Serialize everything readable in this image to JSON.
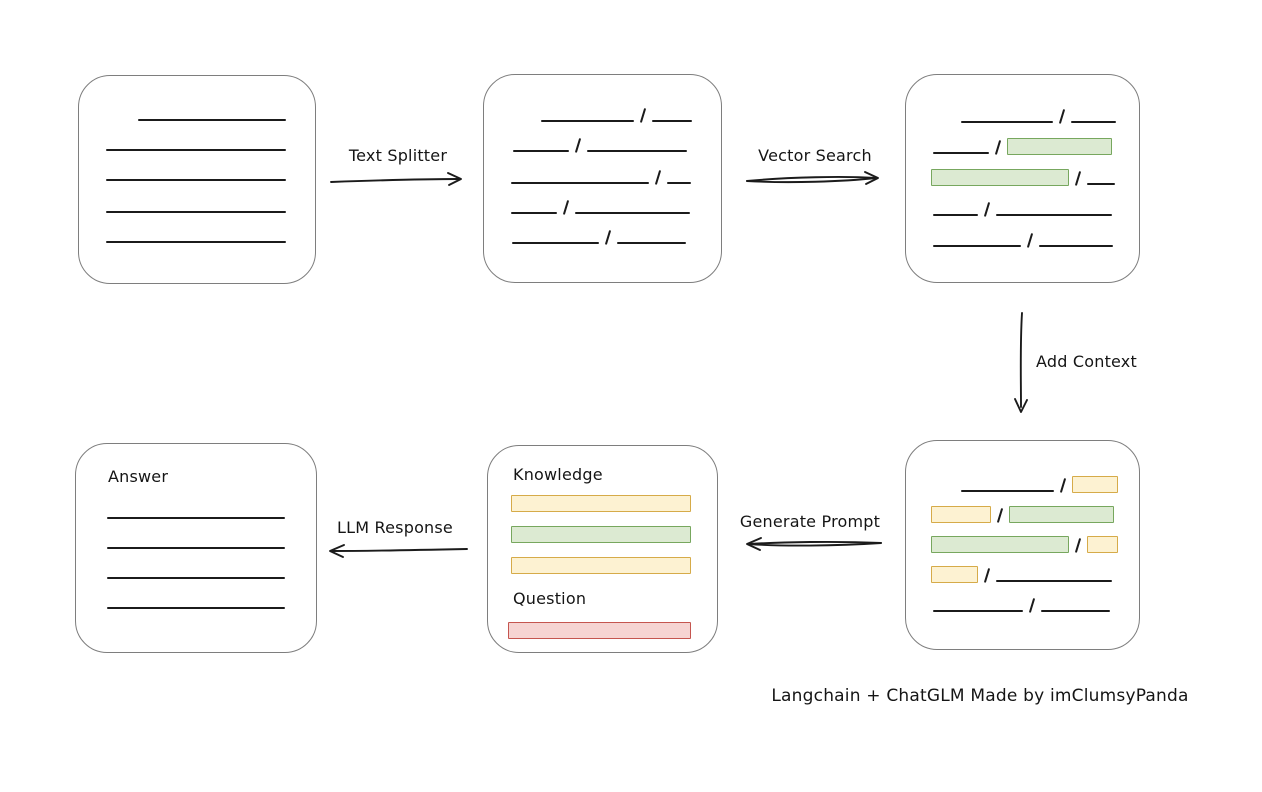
{
  "footer": {
    "credit": "Langchain + ChatGLM Made by imClumsyPanda"
  },
  "colors": {
    "line": "#1b1b1b",
    "box_border": "#7e7e7e",
    "green_fill": "#dcead2",
    "green_stroke": "#77a75e",
    "yellow_fill": "#fdf2d2",
    "yellow_stroke": "#d6ab49",
    "red_fill": "#f6d4d2",
    "red_stroke": "#c5554f"
  },
  "arrows": {
    "text_splitter": {
      "label": "Text Splitter",
      "direction": "right"
    },
    "vector_search": {
      "label": "Vector Search",
      "direction": "right"
    },
    "add_context": {
      "label": "Add Context",
      "direction": "down"
    },
    "generate_prompt": {
      "label": "Generate Prompt",
      "direction": "left"
    },
    "llm_response": {
      "label": "LLM Response",
      "direction": "left"
    }
  },
  "boxes": {
    "source_document": {
      "rows": [
        {
          "segs": [
            {
              "k": "line",
              "w": 148,
              "i": 59
            }
          ]
        },
        {
          "segs": [
            {
              "k": "line",
              "w": 180,
              "i": 27
            }
          ]
        },
        {
          "segs": [
            {
              "k": "line",
              "w": 180,
              "i": 27
            }
          ]
        },
        {
          "mt": 2,
          "segs": [
            {
              "k": "line",
              "w": 180,
              "i": 27
            }
          ]
        },
        {
          "segs": [
            {
              "k": "line",
              "w": 180,
              "i": 27
            }
          ]
        }
      ]
    },
    "split_chunks": {
      "rows": [
        {
          "segs": [
            {
              "k": "line",
              "w": 93,
              "i": 57
            },
            {
              "k": "slash"
            },
            {
              "k": "line",
              "w": 40
            }
          ]
        },
        {
          "segs": [
            {
              "k": "line",
              "w": 56,
              "i": 29
            },
            {
              "k": "slash"
            },
            {
              "k": "line",
              "w": 100
            }
          ]
        },
        {
          "h": 32,
          "segs": [
            {
              "k": "line",
              "w": 138,
              "i": 27
            },
            {
              "k": "slash"
            },
            {
              "k": "line",
              "w": 24
            }
          ]
        },
        {
          "segs": [
            {
              "k": "line",
              "w": 46,
              "i": 27
            },
            {
              "k": "slash"
            },
            {
              "k": "line",
              "w": 115
            }
          ]
        },
        {
          "segs": [
            {
              "k": "line",
              "w": 87,
              "i": 28
            },
            {
              "k": "slash"
            },
            {
              "k": "line",
              "w": 69
            }
          ]
        }
      ]
    },
    "vector_matches": {
      "rows": [
        {
          "h": 31,
          "segs": [
            {
              "k": "line",
              "w": 92,
              "i": 55
            },
            {
              "k": "slash"
            },
            {
              "k": "line",
              "w": 45
            }
          ]
        },
        {
          "h": 31,
          "segs": [
            {
              "k": "line",
              "w": 56,
              "i": 27
            },
            {
              "k": "slash"
            },
            {
              "k": "green",
              "w": 105
            }
          ]
        },
        {
          "h": 31,
          "segs": [
            {
              "k": "green",
              "w": 138,
              "i": 25
            },
            {
              "k": "slash"
            },
            {
              "k": "line",
              "w": 28
            }
          ]
        },
        {
          "h": 31,
          "segs": [
            {
              "k": "line",
              "w": 45,
              "i": 27
            },
            {
              "k": "slash"
            },
            {
              "k": "line",
              "w": 116
            }
          ]
        },
        {
          "h": 31,
          "segs": [
            {
              "k": "line",
              "w": 88,
              "i": 27
            },
            {
              "k": "slash"
            },
            {
              "k": "line",
              "w": 74
            }
          ]
        }
      ]
    },
    "context_chunks": {
      "rows": [
        {
          "segs": [
            {
              "k": "line",
              "w": 93,
              "i": 55
            },
            {
              "k": "slash"
            },
            {
              "k": "yellow",
              "w": 46
            }
          ]
        },
        {
          "segs": [
            {
              "k": "yellow",
              "w": 60,
              "i": 25
            },
            {
              "k": "slash"
            },
            {
              "k": "green",
              "w": 105
            }
          ]
        },
        {
          "segs": [
            {
              "k": "green",
              "w": 138,
              "i": 25
            },
            {
              "k": "slash"
            },
            {
              "k": "yellow",
              "w": 31
            }
          ]
        },
        {
          "segs": [
            {
              "k": "yellow",
              "w": 47,
              "i": 25
            },
            {
              "k": "slash"
            },
            {
              "k": "line",
              "w": 116
            }
          ]
        },
        {
          "segs": [
            {
              "k": "line",
              "w": 90,
              "i": 27
            },
            {
              "k": "slash"
            },
            {
              "k": "line",
              "w": 69
            }
          ]
        }
      ]
    },
    "prompt": {
      "rows": [
        {
          "mt": 16,
          "h": 24,
          "segs": [
            {
              "k": "text",
              "v": "Knowledge",
              "i": 25,
              "name": "knowledge-label"
            }
          ]
        },
        {
          "mt": 8,
          "h": 18,
          "segs": [
            {
              "k": "yellow",
              "w": 180,
              "i": 23
            }
          ]
        },
        {
          "mt": 13,
          "h": 18,
          "segs": [
            {
              "k": "green",
              "w": 180,
              "i": 23
            }
          ]
        },
        {
          "mt": 13,
          "h": 18,
          "segs": [
            {
              "k": "yellow",
              "w": 180,
              "i": 23
            }
          ]
        },
        {
          "mt": 12,
          "h": 24,
          "segs": [
            {
              "k": "text",
              "v": "Question",
              "i": 25,
              "name": "question-label"
            }
          ]
        },
        {
          "mt": 9,
          "h": 20,
          "segs": [
            {
              "k": "red",
              "w": 183,
              "i": 20
            }
          ]
        }
      ]
    },
    "answer": {
      "rows": [
        {
          "mt": 20,
          "h": 24,
          "segs": [
            {
              "k": "text",
              "v": "Answer",
              "i": 32,
              "name": "answer-label"
            }
          ]
        },
        {
          "h": 32,
          "segs": [
            {
              "k": "line",
              "w": 178,
              "i": 31
            }
          ]
        },
        {
          "segs": [
            {
              "k": "line",
              "w": 178,
              "i": 31
            }
          ]
        },
        {
          "segs": [
            {
              "k": "line",
              "w": 178,
              "i": 31
            }
          ]
        },
        {
          "segs": [
            {
              "k": "line",
              "w": 178,
              "i": 31
            }
          ]
        }
      ]
    }
  }
}
